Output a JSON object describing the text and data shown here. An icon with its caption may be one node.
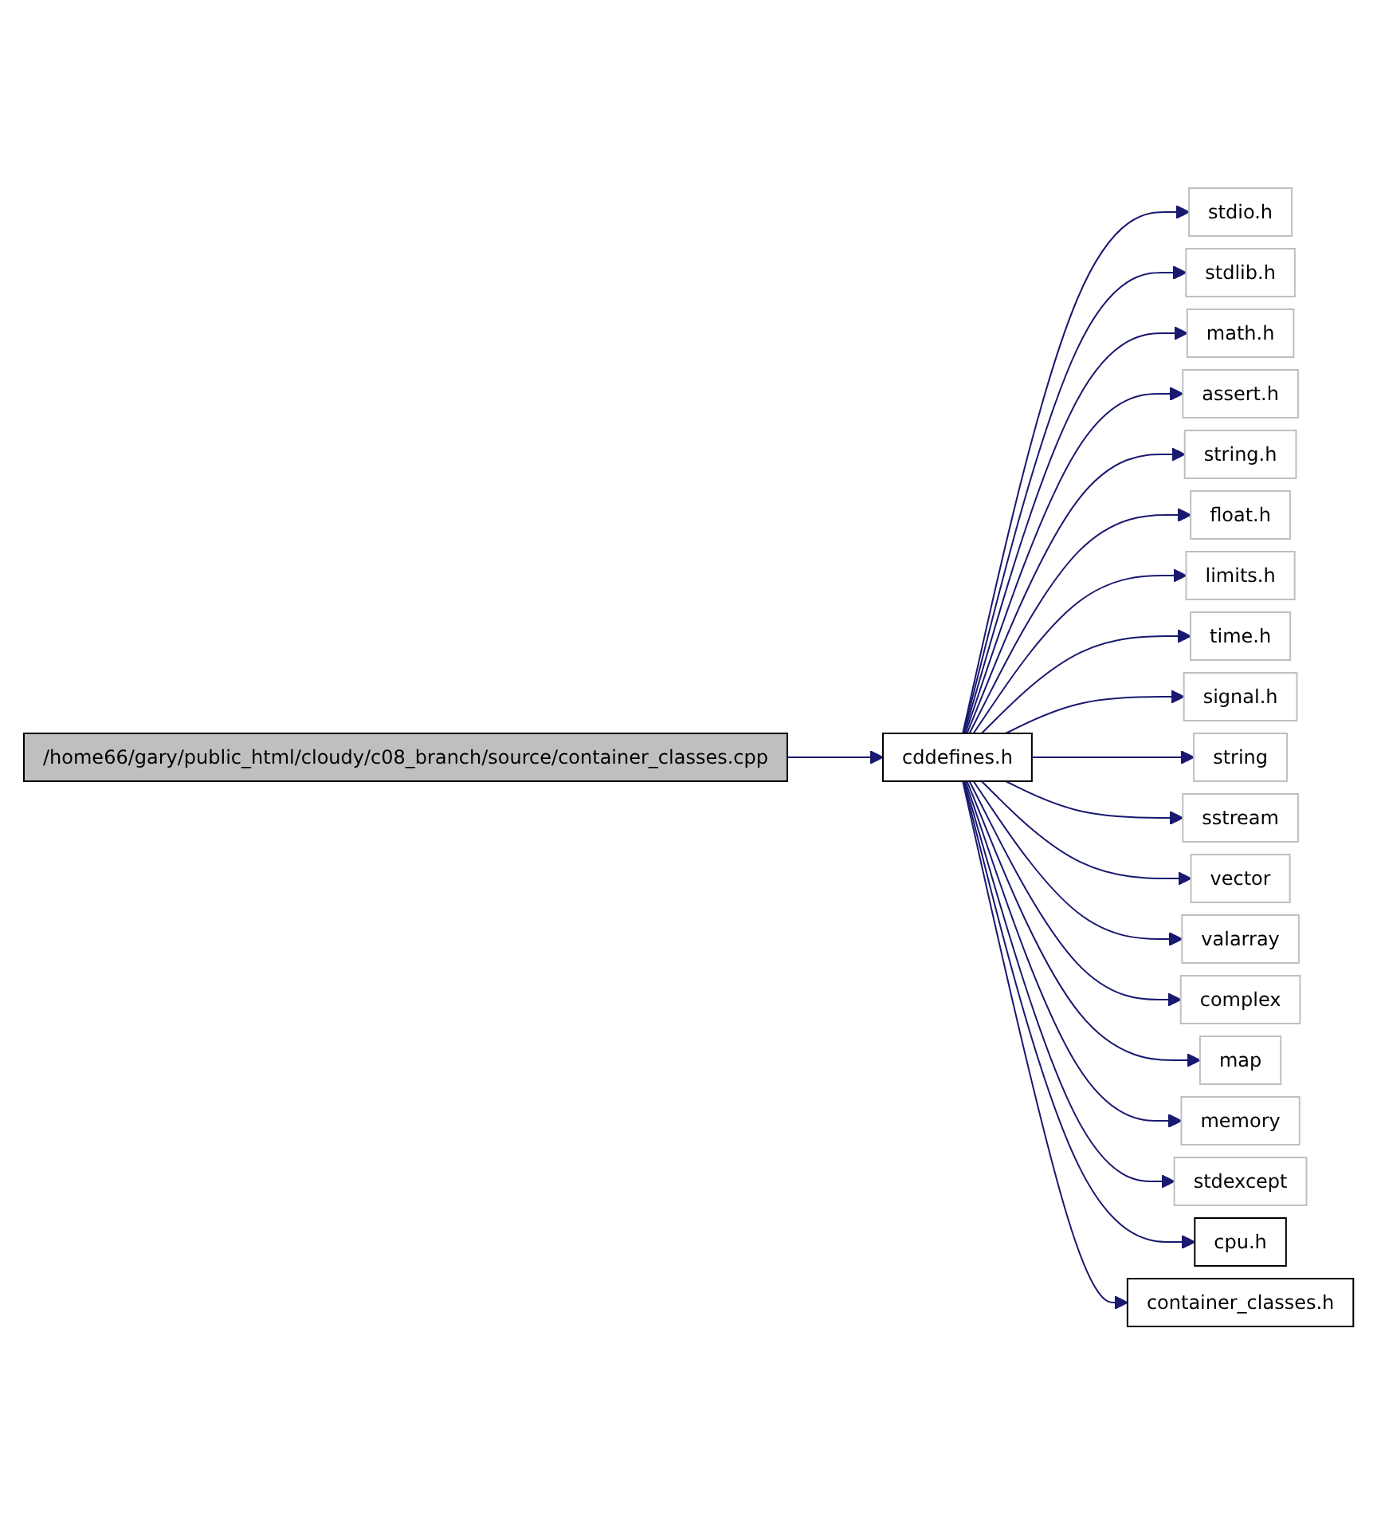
{
  "diagram": {
    "nodes": [
      {
        "text": [
          "/home66/gary/public_html/cloudy/c08_branch/source/container_classes.cpp"
        ]
      },
      {
        "text": [
          "cddefines.h"
        ]
      },
      {
        "text": [
          "stdio.h"
        ]
      },
      {
        "text": [
          "stdlib.h"
        ]
      },
      {
        "text": [
          "math.h"
        ]
      },
      {
        "text": [
          "assert.h"
        ]
      },
      {
        "text": [
          "string.h"
        ]
      },
      {
        "text": [
          "float.h"
        ]
      },
      {
        "text": [
          "limits.h"
        ]
      },
      {
        "text": [
          "time.h"
        ]
      },
      {
        "text": [
          "signal.h"
        ]
      },
      {
        "text": [
          "string"
        ]
      },
      {
        "text": [
          "sstream"
        ]
      },
      {
        "text": [
          "vector"
        ]
      },
      {
        "text": [
          "valarray"
        ]
      },
      {
        "text": [
          "complex"
        ]
      },
      {
        "text": [
          "map"
        ]
      },
      {
        "text": [
          "memory"
        ]
      },
      {
        "text": [
          "stdexcept"
        ]
      },
      {
        "text": [
          "cpu.h"
        ]
      },
      {
        "text": [
          "container_classes.h"
        ]
      }
    ],
    "edges": [
      {
        "from": 0,
        "to": 1,
        "arrow": "to"
      },
      {
        "from": 1,
        "to": 2,
        "arrow": "to"
      },
      {
        "from": 1,
        "to": 3,
        "arrow": "to"
      },
      {
        "from": 1,
        "to": 4,
        "arrow": "to"
      },
      {
        "from": 1,
        "to": 5,
        "arrow": "to"
      },
      {
        "from": 1,
        "to": 6,
        "arrow": "to"
      },
      {
        "from": 1,
        "to": 7,
        "arrow": "to"
      },
      {
        "from": 1,
        "to": 8,
        "arrow": "to"
      },
      {
        "from": 1,
        "to": 9,
        "arrow": "to"
      },
      {
        "from": 1,
        "to": 10,
        "arrow": "to"
      },
      {
        "from": 1,
        "to": 11,
        "arrow": "to"
      },
      {
        "from": 1,
        "to": 12,
        "arrow": "to"
      },
      {
        "from": 1,
        "to": 13,
        "arrow": "to"
      },
      {
        "from": 1,
        "to": 14,
        "arrow": "to"
      },
      {
        "from": 1,
        "to": 15,
        "arrow": "to"
      },
      {
        "from": 1,
        "to": 16,
        "arrow": "to"
      },
      {
        "from": 1,
        "to": 17,
        "arrow": "to"
      },
      {
        "from": 1,
        "to": 18,
        "arrow": "to"
      },
      {
        "from": 1,
        "to": 19,
        "arrow": "to"
      },
      {
        "from": 1,
        "to": 20,
        "arrow": "to"
      }
    ]
  }
}
